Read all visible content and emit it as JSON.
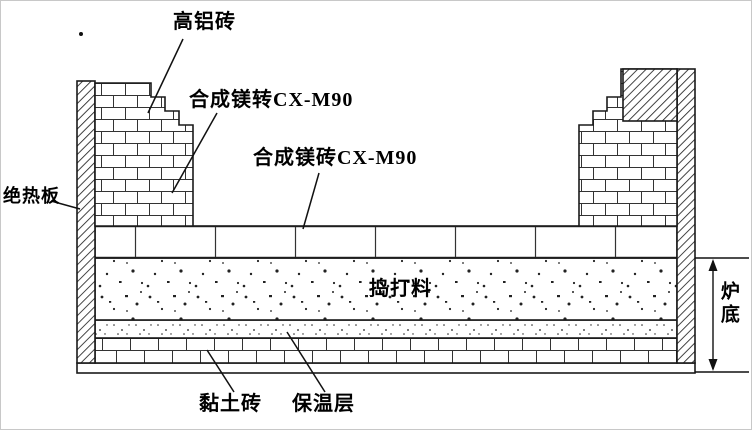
{
  "diagram": {
    "labels": {
      "high_alumina_brick": "高铝砖",
      "synthetic_magnesia_brick_1": "合成镁转CX-M90",
      "synthetic_magnesia_brick_2": "合成镁砖CX-M90",
      "insulation_board": "绝热板",
      "ramming_material": "捣打料",
      "furnace_bottom": "炉底",
      "clay_brick": "黏土砖",
      "insulation_layer": "保温层"
    },
    "colors": {
      "line": "#1a1a1a",
      "background": "#ffffff"
    }
  }
}
